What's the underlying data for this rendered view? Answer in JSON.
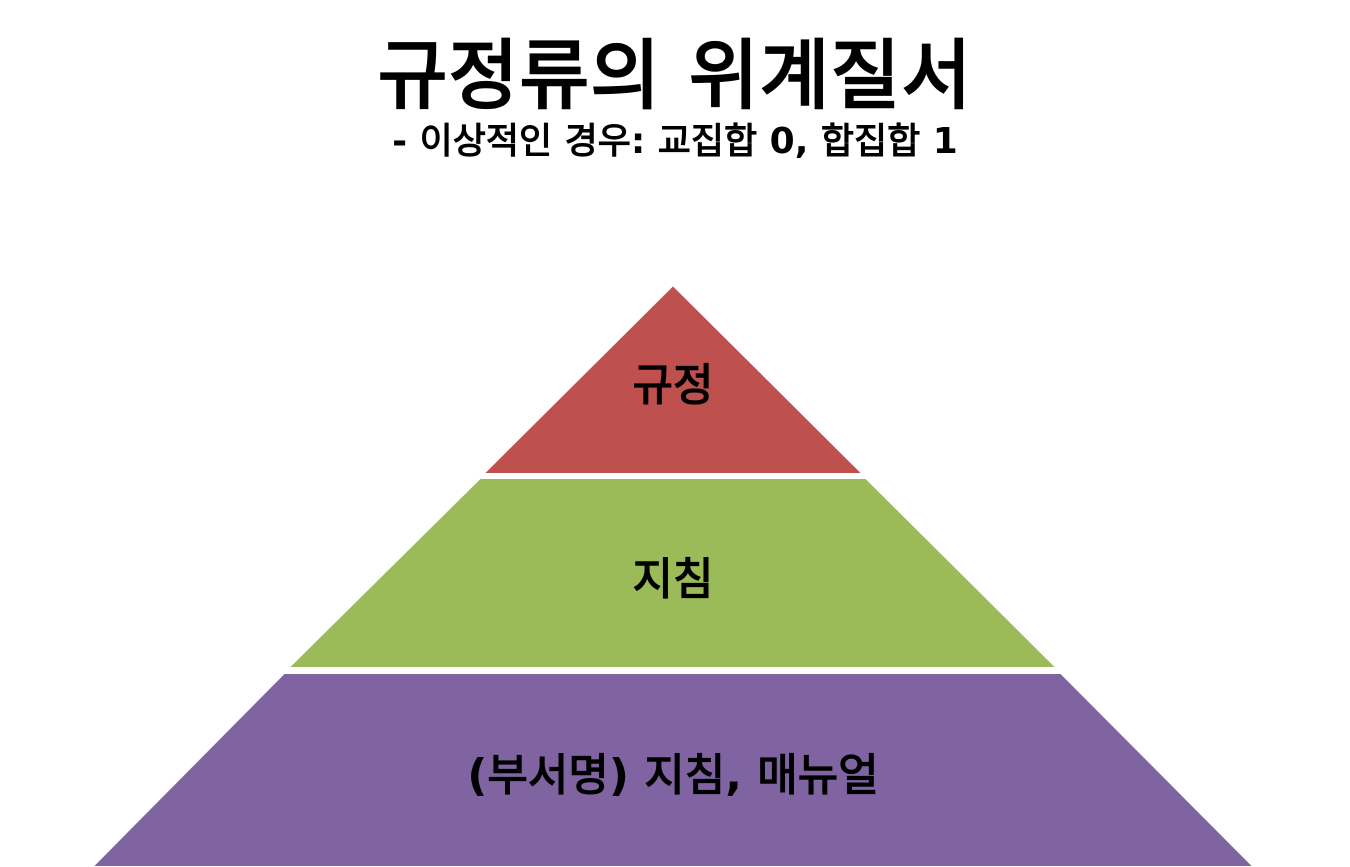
{
  "slide": {
    "title": "규정류의 위계질서",
    "subtitle": "- 이상적인 경우: 교집합 0, 합집합 1"
  },
  "pyramid": {
    "tiers": [
      {
        "label": "규정",
        "color": "#BE504D"
      },
      {
        "label": "지침",
        "color": "#9BBB59"
      },
      {
        "label": "(부서명) 지침, 매뉴얼",
        "color": "#8064A2"
      }
    ]
  }
}
